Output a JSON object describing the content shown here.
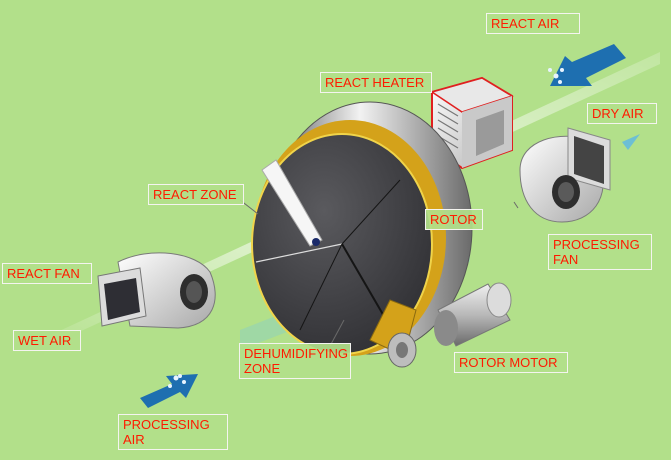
{
  "labels": {
    "react_air": "REACT AIR",
    "react_heater": "REACT HEATER",
    "dry_air": "DRY AIR",
    "react_zone": "REACT ZONE",
    "rotor": "ROTOR",
    "processing_fan": "PROCESSING\nFAN",
    "react_fan": "REACT FAN",
    "wet_air": "WET AIR",
    "dehumidifying_zone": "DEHUMIDIFYING\nZONE",
    "rotor_motor": "ROTOR MOTOR",
    "processing_air": "PROCESSING\nAIR"
  },
  "colors": {
    "background": "#b2e08a",
    "label_text": "#ff1a00",
    "label_border": "#f4f4f0",
    "belt": "#d4a21a",
    "heater_outline": "#e02020",
    "arrow_blue": "#1e6fb0"
  }
}
